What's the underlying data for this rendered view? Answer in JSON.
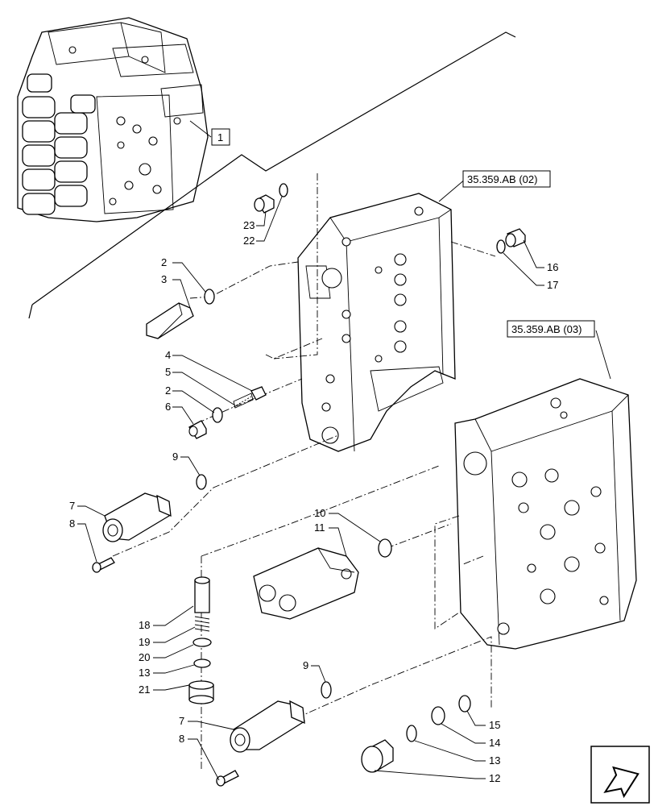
{
  "diagram": {
    "index_label": "1",
    "references": {
      "upper_block": "35.359.AB (02)",
      "lower_block": "35.359.AB (03)"
    },
    "callouts": {
      "c1": "2",
      "c2": "3",
      "c3": "4",
      "c4": "5",
      "c5": "2",
      "c6": "6",
      "c7": "9",
      "c8": "7",
      "c9": "8",
      "c10": "10",
      "c11": "11",
      "c12": "18",
      "c13": "19",
      "c14": "20",
      "c15": "13",
      "c16": "21",
      "c17": "9",
      "c18": "7",
      "c19": "8",
      "c20": "15",
      "c21": "14",
      "c22": "13",
      "c23": "12",
      "c24": "16",
      "c25": "17",
      "c26": "23",
      "c27": "22"
    }
  },
  "icons": {
    "nav": "arrow-next-icon"
  }
}
